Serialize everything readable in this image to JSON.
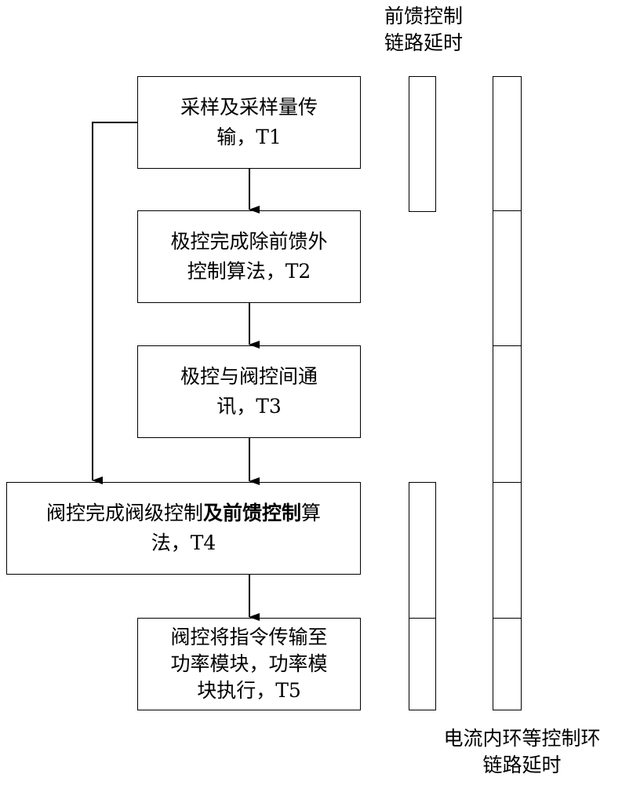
{
  "steps": {
    "s1": {
      "line1": "采样及采样量传",
      "line2": "输，T1"
    },
    "s2": {
      "line1": "极控完成除前馈外",
      "line2": "控制算法，T2"
    },
    "s3": {
      "line1": "极控与阀控间通",
      "line2": "讯，T3"
    },
    "s4": {
      "line1_pre": "阀控完成阀级控制",
      "line1_bold": "及前馈控制",
      "line1_post": "算",
      "line2": "法，T4"
    },
    "s5": {
      "line1": "阀控将指令传输至",
      "line2": "功率模块，功率模",
      "line3": "块执行，T5"
    }
  },
  "labels": {
    "feedforward": {
      "line1": "前馈控制",
      "line2": "链路延时"
    },
    "inner_loop": {
      "line1": "电流内环等控制环",
      "line2": "链路延时"
    }
  }
}
